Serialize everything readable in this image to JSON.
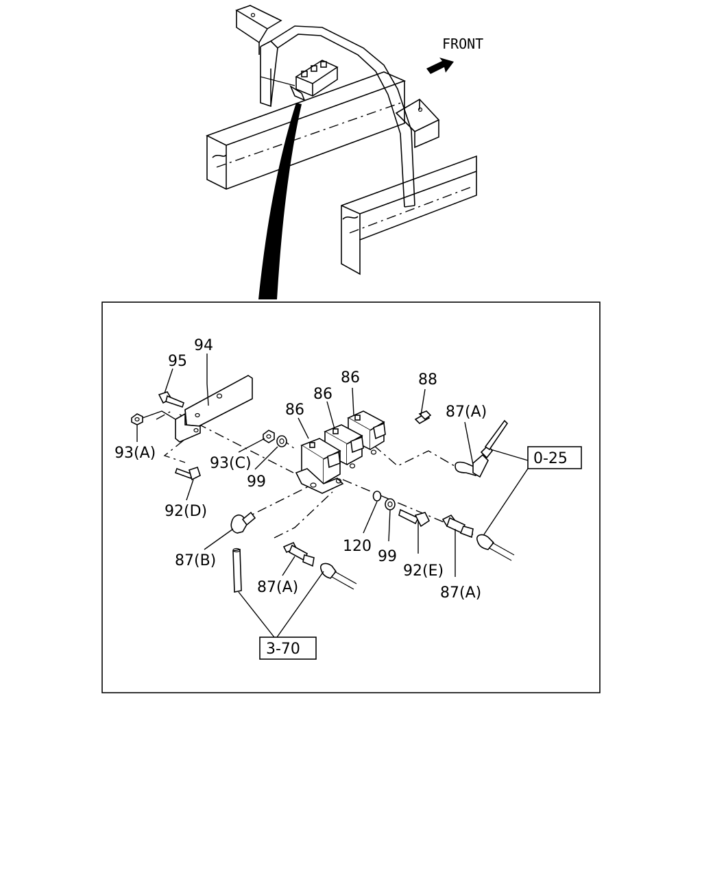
{
  "front_label": "FRONT",
  "callouts": {
    "c94": "94",
    "c95": "95",
    "c93a": "93(A)",
    "c93c": "93(C)",
    "c99a": "99",
    "c92d": "92(D)",
    "c86a": "86",
    "c86b": "86",
    "c86c": "86",
    "c88": "88",
    "c87a_top": "87(A)",
    "c87b": "87(B)",
    "c87a_mid": "87(A)",
    "c120": "120",
    "c99b": "99",
    "c92e": "92(E)",
    "c87a_right": "87(A)"
  },
  "references": {
    "ref_0_25": "0-25",
    "ref_3_70": "3-70"
  },
  "icons": {
    "front_arrow": "arrow-icon"
  }
}
